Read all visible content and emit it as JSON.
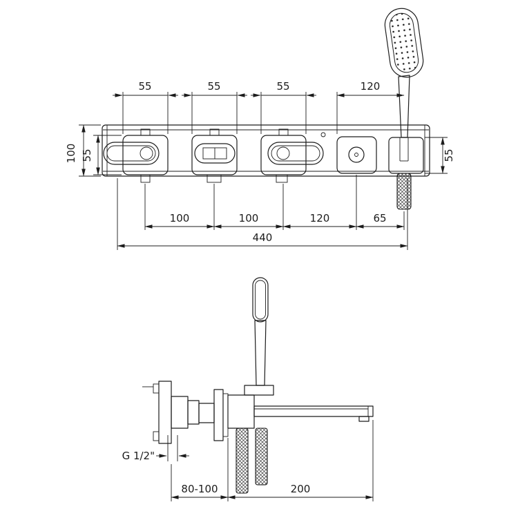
{
  "drawing": {
    "title": "wall-mounted bath mixer with hand shower - dimensional drawing",
    "line_color": "#1c1c1c",
    "background": "#ffffff"
  },
  "front_view": {
    "dims_top": [
      "55",
      "55",
      "55",
      "120"
    ],
    "dims_left": [
      "100",
      "55"
    ],
    "dim_right": "55",
    "dims_bottom": [
      "100",
      "100",
      "120",
      "65"
    ],
    "dim_total": "440"
  },
  "side_view": {
    "thread_label": "G 1/2\"",
    "dims_bottom": [
      "80-100",
      "200"
    ]
  }
}
